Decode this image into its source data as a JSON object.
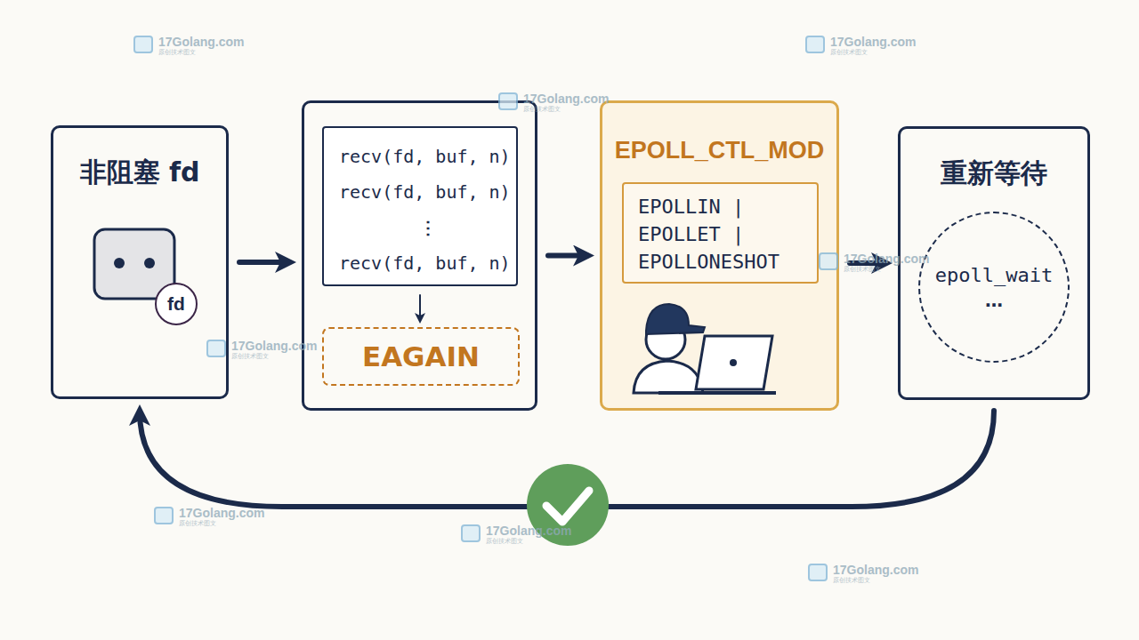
{
  "diagram": {
    "nodes": [
      {
        "text": [
          "非阻塞 fd"
        ]
      },
      {
        "text": [
          "fd"
        ],
        "in": 0
      },
      {
        "text": []
      },
      {
        "text": [
          "recv(fd, buf, n)",
          "recv(fd, buf, n)",
          "⋮",
          "recv(fd, buf, n)"
        ],
        "in": 2
      },
      {
        "text": [
          "EAGAIN"
        ],
        "in": 2
      },
      {
        "text": [
          "EPOLL_CTL_MOD"
        ]
      },
      {
        "text": [
          "EPOLLIN |",
          "EPOLLET |",
          "EPOLLONESHOT"
        ],
        "in": 5
      },
      {
        "text": [
          "重新等待"
        ]
      },
      {
        "text": [
          "epoll_wait",
          "…"
        ],
        "in": 7
      }
    ],
    "edges": [
      {
        "from": 0,
        "to": 2,
        "arrow": "to"
      },
      {
        "from": 3,
        "to": 4,
        "arrow": "to"
      },
      {
        "from": 2,
        "to": 5,
        "arrow": "to"
      },
      {
        "from": 5,
        "to": 7,
        "arrow": "to"
      },
      {
        "from": 7,
        "to": 0,
        "arrow": "to"
      }
    ],
    "labels": [
      "17Golang.com",
      "原创技术图文",
      "17Golang.com",
      "原创技术图文",
      "17Golang.com",
      "原创技术图文",
      "17Golang.com",
      "原创技术图文",
      "17Golang.com",
      "原创技术图文",
      "17Golang.com",
      "原创技术图文",
      "17Golang.com",
      "原创技术图文",
      "17Golang.com",
      "原创技术图文"
    ]
  }
}
